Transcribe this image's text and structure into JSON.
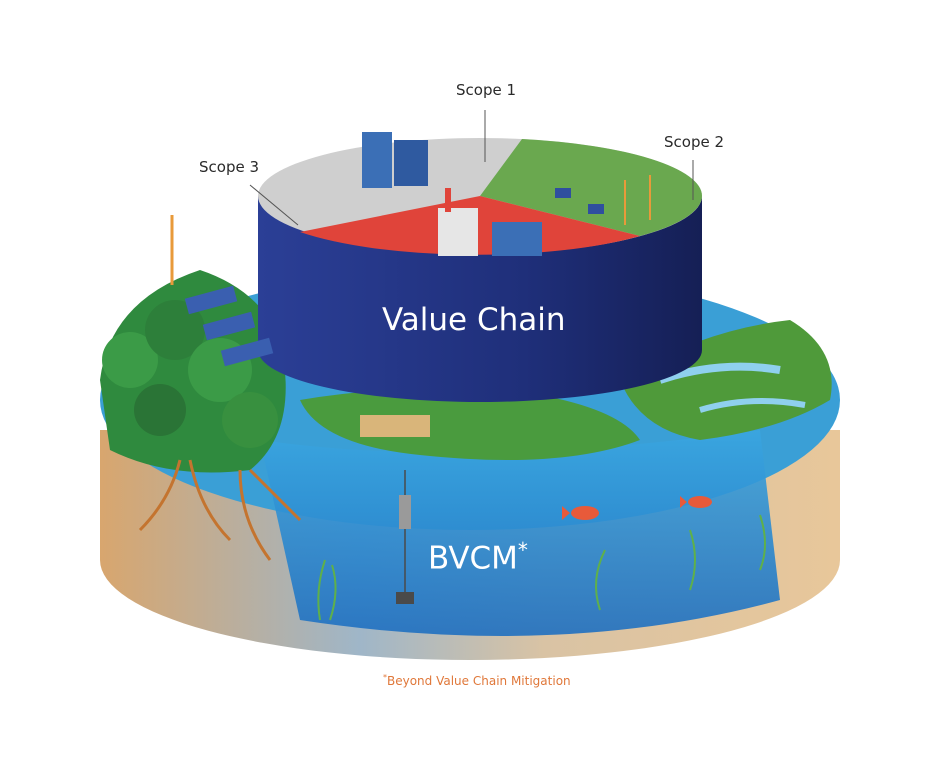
{
  "labels": {
    "scope1": "Scope 1",
    "scope2": "Scope 2",
    "scope3": "Scope 3",
    "value_chain": "Value Chain",
    "bvcm": "BVCM",
    "bvcm_mark": "*",
    "footnote_mark": "*",
    "footnote": "Beyond Value Chain Mitigation"
  },
  "colors": {
    "scope1_top": "#cfcfcf",
    "scope2_top": "#6aa84f",
    "scope3_top": "#e0443a",
    "value_chain_wall": "#1f2f7a",
    "water": "#2f8fd8",
    "soil": "#e6c08f",
    "forest": "#2f8a3e",
    "footnote": "#e0783a"
  }
}
